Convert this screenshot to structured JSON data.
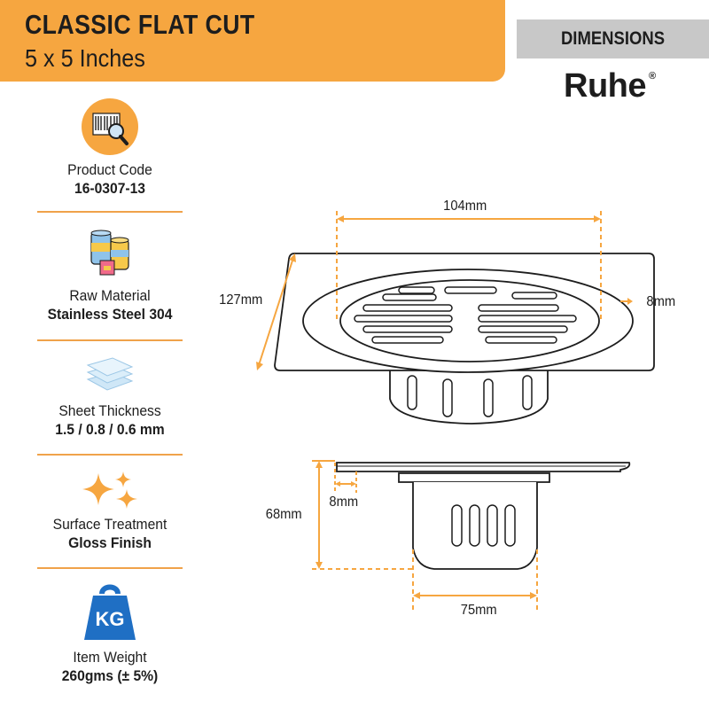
{
  "header": {
    "title": "CLASSIC FLAT CUT",
    "subtitle": "5 x 5 Inches"
  },
  "dimensions_banner": {
    "label": "DIMENSIONS"
  },
  "brand": {
    "name": "Ruhe",
    "reg": "®"
  },
  "specs": [
    {
      "label": "Product Code",
      "value": "16-0307-13",
      "icon": "barcode-magnifier-icon"
    },
    {
      "label": "Raw Material",
      "value": "Stainless Steel 304",
      "icon": "material-cans-icon"
    },
    {
      "label": "Sheet Thickness",
      "value": "1.5 / 0.8 / 0.6 mm",
      "icon": "stacked-sheets-icon"
    },
    {
      "label": "Surface Treatment",
      "value": "Gloss Finish",
      "icon": "sparkle-icon"
    },
    {
      "label": "Item Weight",
      "value": "260gms (± 5%)",
      "icon": "kg-weight-icon"
    }
  ],
  "weight_icon_text": "KG",
  "measurements": {
    "top_width": "104mm",
    "diagonal": "127mm",
    "rim_top": "8mm",
    "height": "68mm",
    "rim_side": "8mm",
    "body_width": "75mm"
  },
  "colors": {
    "accent": "#f6a640",
    "banner_grey": "#c8c8c8",
    "line": "#1d1d1d"
  }
}
